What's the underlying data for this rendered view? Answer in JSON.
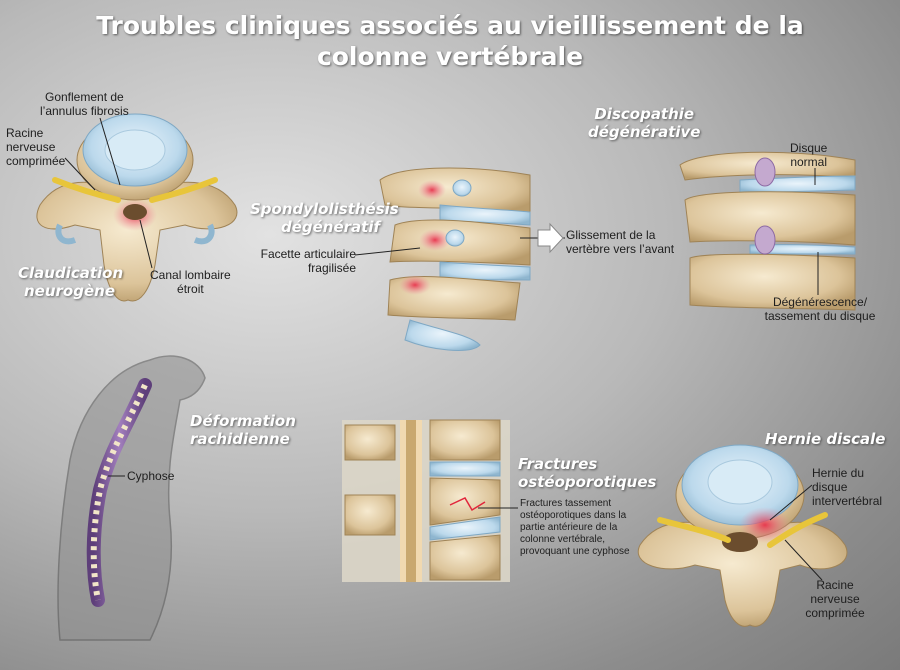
{
  "title": {
    "line1": "Troubles cliniques associés au vieillissement de la",
    "line2": "colonne vertébrale"
  },
  "panels": {
    "claudication": {
      "heading": [
        "Claudication",
        "neurogène"
      ],
      "labels": {
        "gonflement": [
          "Gonflement de",
          "l’annulus fibrosis"
        ],
        "racine": [
          "Racine",
          "nerveuse",
          "comprimée"
        ],
        "canal": [
          "Canal lombaire",
          "étroit"
        ]
      }
    },
    "spondylo": {
      "heading": [
        "Spondylolisthésis",
        "dégénératif"
      ],
      "labels": {
        "facette": [
          "Facette articulaire",
          "fragilisée"
        ],
        "glissement": [
          "Glissement de la",
          "vertèbre vers l’avant"
        ]
      }
    },
    "discopathie": {
      "heading": [
        "Discopathie",
        "dégénérative"
      ],
      "labels": {
        "disque_normal": [
          "Disque",
          "normal"
        ],
        "degenerescence": [
          "Dégénérescence/",
          "tassement du disque"
        ]
      }
    },
    "deformation": {
      "heading": [
        "Déformation",
        "rachidienne"
      ],
      "labels": {
        "cyphose": "Cyphose"
      }
    },
    "fractures": {
      "heading": [
        "Fractures",
        "ostéoporotiques"
      ],
      "labels": {
        "description": [
          "Fractures tassement",
          "ostéoporotiques dans la",
          "partie antérieure de la",
          "colonne vertébrale,",
          "provoquant une cyphose"
        ]
      }
    },
    "hernie": {
      "heading": "Hernie discale",
      "labels": {
        "hernie": [
          "Hernie du",
          "disque",
          "intervertébral"
        ],
        "racine": [
          "Racine",
          "nerveuse",
          "comprimée"
        ]
      }
    }
  },
  "colors": {
    "bone": "#e3cfa6",
    "disc": "#b9d7ea",
    "nerve": "#e8c53a",
    "inflammation": "#e14a5a",
    "spine_purple": "#8d6aa4"
  }
}
